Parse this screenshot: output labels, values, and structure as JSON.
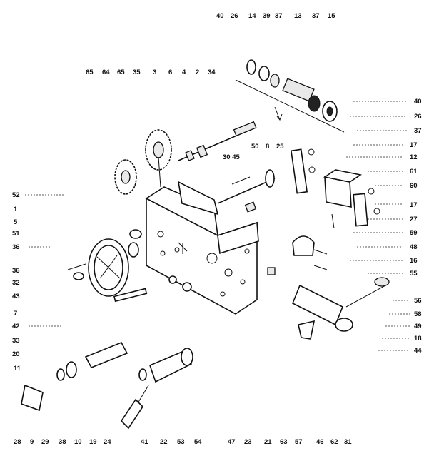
{
  "labels": {
    "top_row": [
      "40",
      "26",
      "14",
      "39",
      "37",
      "13",
      "37",
      "15"
    ],
    "second_row": [
      "65",
      "64",
      "65",
      "35",
      "3",
      "6",
      "4",
      "2",
      "34"
    ],
    "middle_row": [
      "50",
      "8",
      "25"
    ],
    "middle_small": "30 45",
    "left_column": [
      "52",
      "1",
      "5",
      "51",
      "36",
      "36",
      "32",
      "43",
      "7",
      "42",
      "33",
      "20",
      "11"
    ],
    "right_column": [
      "40",
      "26",
      "37",
      "17",
      "12",
      "61",
      "60",
      "17",
      "27",
      "59",
      "48",
      "16",
      "55",
      "56",
      "58",
      "49",
      "18",
      "44"
    ],
    "bottom_row": [
      "28",
      "9",
      "29",
      "38",
      "10",
      "19",
      "24",
      "41",
      "22",
      "53",
      "54",
      "47",
      "23",
      "21",
      "63",
      "57",
      "46",
      "62",
      "31"
    ]
  }
}
